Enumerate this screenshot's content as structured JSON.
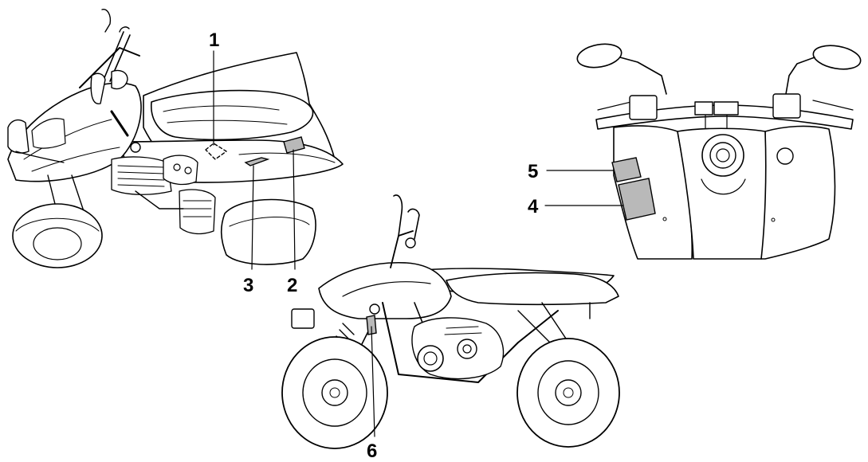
{
  "callouts": {
    "c1": "1",
    "c2": "2",
    "c3": "3",
    "c4": "4",
    "c5": "5",
    "c6": "6"
  },
  "colors": {
    "line": "#000000",
    "label_fill": "#b9b9b9",
    "background": "#ffffff"
  }
}
